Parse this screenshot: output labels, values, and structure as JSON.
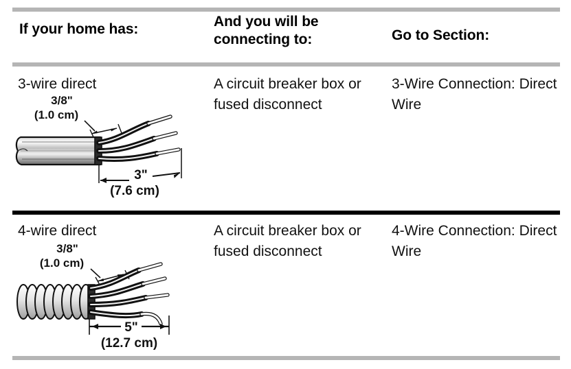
{
  "table": {
    "headers": [
      {
        "label": "If your home has:"
      },
      {
        "label": "And you will be connecting to:"
      },
      {
        "label": "Go to Section:"
      }
    ],
    "rows": [
      {
        "home_has": "3-wire direct",
        "connecting_to": "A circuit breaker box or fused disconnect",
        "go_to_section": "3-Wire Connection: Direct Wire",
        "diagram": {
          "name": "three-wire-direct-cable-diagram",
          "cable_type": "flat jacketed 3-wire cable",
          "wire_count": 3,
          "callouts": [
            {
              "id": "strip-length",
              "imperial": "3/8\"",
              "metric": "(1.0 cm)"
            },
            {
              "id": "jacket-strip-length",
              "imperial": "3\"",
              "metric": "(7.6 cm)"
            }
          ]
        }
      },
      {
        "home_has": "4-wire direct",
        "connecting_to": "A circuit breaker box or fused disconnect",
        "go_to_section": "4-Wire Connection: Direct Wire",
        "diagram": {
          "name": "four-wire-direct-cable-diagram",
          "cable_type": "spiral armored flexible conduit 4-wire cable",
          "wire_count": 4,
          "callouts": [
            {
              "id": "strip-length",
              "imperial": "3/8\"",
              "metric": "(1.0 cm)"
            },
            {
              "id": "jacket-strip-length",
              "imperial": "5\"",
              "metric": "(12.7 cm)"
            }
          ]
        }
      }
    ]
  },
  "colors": {
    "rule_gray": "#b5b5b5",
    "rule_black": "#000000",
    "text": "#000000",
    "background": "#ffffff"
  }
}
